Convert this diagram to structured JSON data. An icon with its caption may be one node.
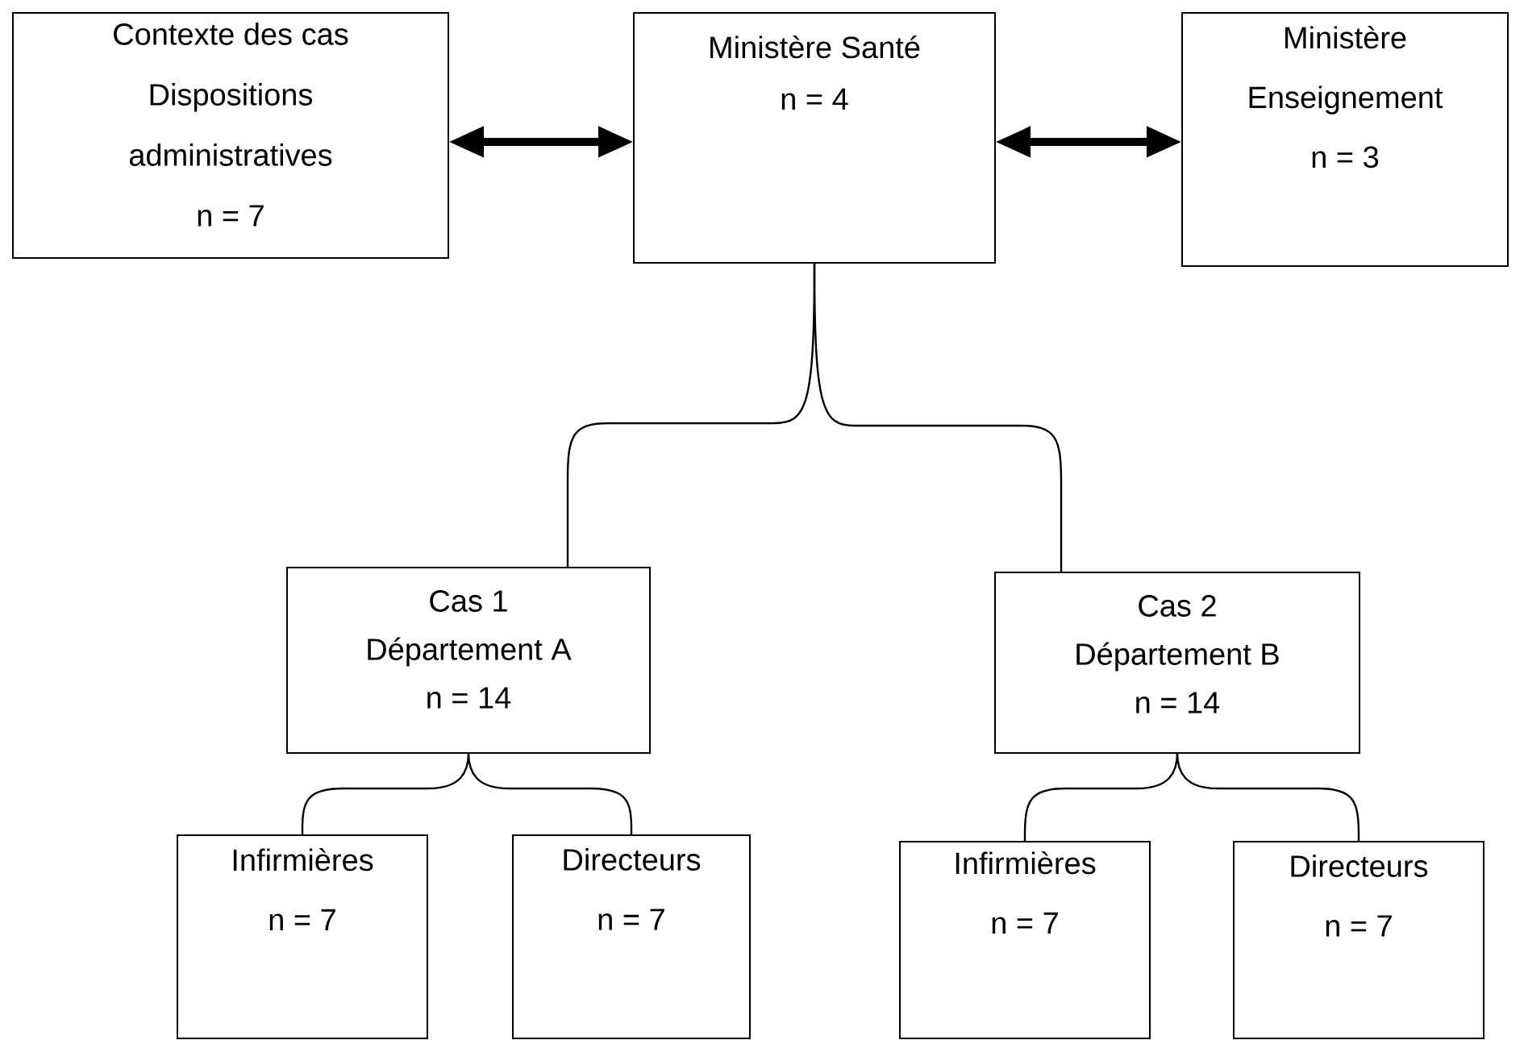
{
  "diagram": {
    "nodes": [
      {
        "text": [
          "Contexte des cas",
          "Dispositions administratives",
          "n = 7"
        ]
      },
      {
        "text": [
          "Ministère Santé",
          "n = 4"
        ]
      },
      {
        "text": [
          "Ministère Enseignement",
          "n = 3"
        ]
      },
      {
        "text": [
          "Cas 1",
          "Département A",
          "n = 14"
        ]
      },
      {
        "text": [
          "Cas 2",
          "Département B",
          "n = 14"
        ]
      },
      {
        "text": [
          "Infirmières",
          "n = 7"
        ]
      },
      {
        "text": [
          "Directeurs",
          "n = 7"
        ]
      },
      {
        "text": [
          "Infirmières",
          "n = 7"
        ]
      },
      {
        "text": [
          "Directeurs",
          "n = 7"
        ]
      }
    ],
    "edges": [
      {
        "from": 0,
        "to": 1,
        "arrow": "both",
        "style": "thick"
      },
      {
        "from": 1,
        "to": 2,
        "arrow": "both",
        "style": "thick"
      },
      {
        "from": 1,
        "to": 3,
        "arrow": "none"
      },
      {
        "from": 1,
        "to": 4,
        "arrow": "none"
      },
      {
        "from": 3,
        "to": 5,
        "arrow": "none"
      },
      {
        "from": 3,
        "to": 6,
        "arrow": "none"
      },
      {
        "from": 4,
        "to": 7,
        "arrow": "none"
      },
      {
        "from": 4,
        "to": 8,
        "arrow": "none"
      }
    ]
  }
}
